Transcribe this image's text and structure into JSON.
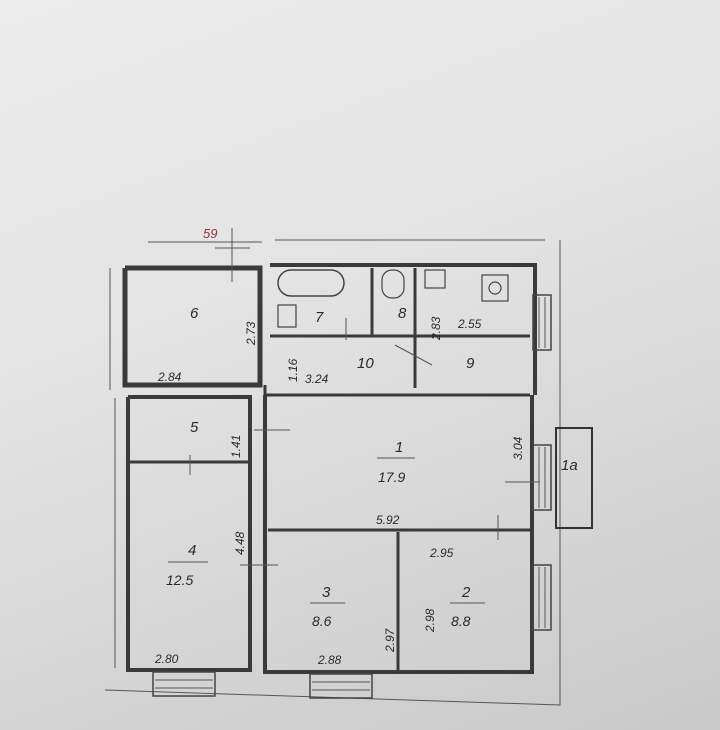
{
  "plan": {
    "marker": "59",
    "rooms": [
      {
        "id": "6",
        "number": "6",
        "area": "",
        "dims": [
          "2.73",
          "2.84"
        ]
      },
      {
        "id": "7",
        "number": "7",
        "area": "",
        "dims": []
      },
      {
        "id": "8",
        "number": "8",
        "area": "",
        "dims": []
      },
      {
        "id": "9",
        "number": "9",
        "area": "",
        "dims": [
          "2.83",
          "2.55"
        ]
      },
      {
        "id": "10",
        "number": "10",
        "area": "",
        "dims": [
          "1.16",
          "3.24"
        ]
      },
      {
        "id": "5",
        "number": "5",
        "area": "",
        "dims": [
          "1.41"
        ]
      },
      {
        "id": "1",
        "number": "1",
        "area": "17.9",
        "dims": [
          "3.04",
          "5.92"
        ]
      },
      {
        "id": "4",
        "number": "4",
        "area": "12.5",
        "dims": [
          "4.48",
          "2.80"
        ]
      },
      {
        "id": "3",
        "number": "3",
        "area": "8.6",
        "dims": [
          "2.97",
          "2.88"
        ]
      },
      {
        "id": "2",
        "number": "2",
        "area": "8.8",
        "dims": [
          "2.95",
          "2.98"
        ]
      },
      {
        "id": "1a",
        "number": "1a",
        "area": "",
        "dims": []
      }
    ]
  }
}
